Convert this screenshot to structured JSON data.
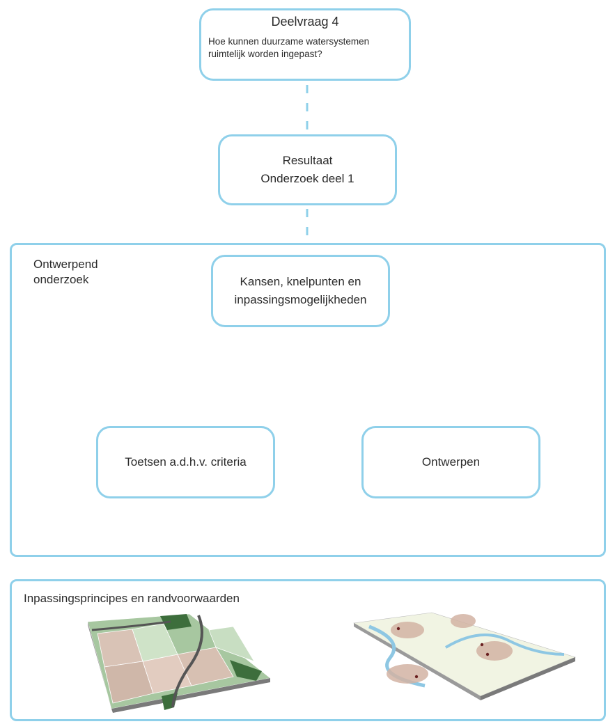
{
  "question": {
    "title": "Deelvraag 4",
    "text_line1": "Hoe kunnen duurzame watersystemen",
    "text_line2": "ruimtelijk worden ingepast?"
  },
  "result": {
    "line1": "Resultaat",
    "line2": "Onderzoek deel 1"
  },
  "design_research": {
    "label_line1": "Ontwerpend",
    "label_line2": "onderzoek",
    "top_line1": "Kansen, knelpunten en",
    "top_line2": "inpassingsmogelijkheden",
    "left": "Toetsen a.d.h.v. criteria",
    "right": "Ontwerpen"
  },
  "principles": {
    "label": "Inpassingsprincipes en randvoorwaarden"
  },
  "colors": {
    "box_border": "#8fd0ea",
    "connector": "#8fd0ea"
  }
}
